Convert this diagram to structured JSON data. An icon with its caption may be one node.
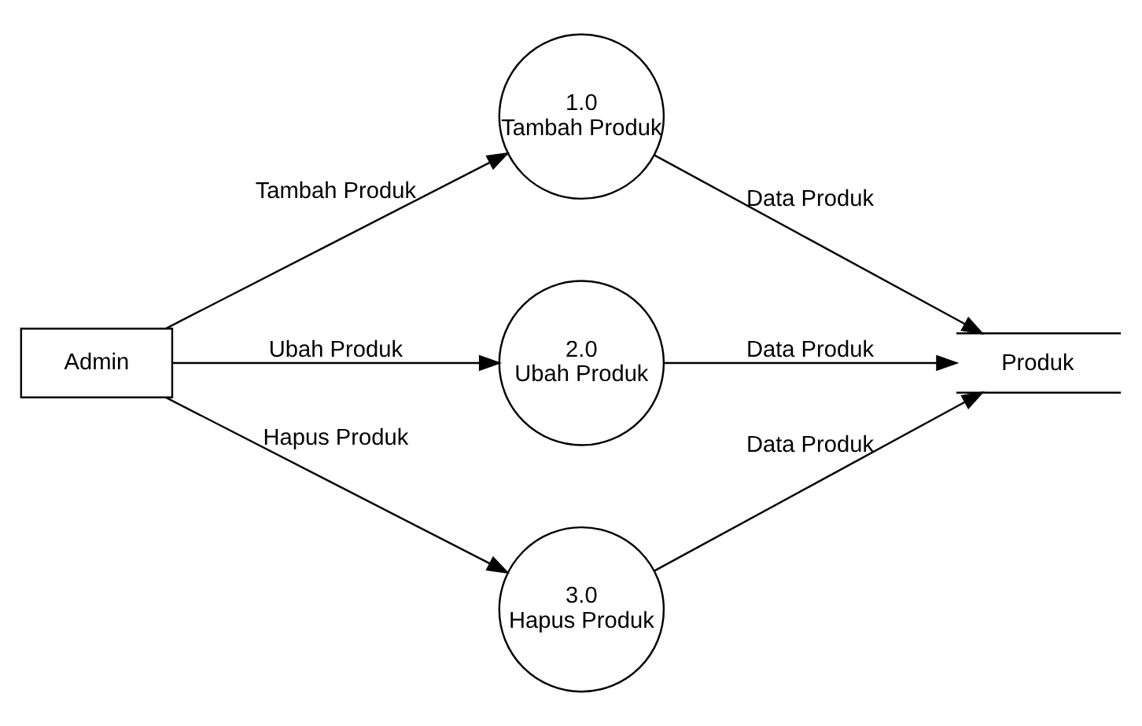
{
  "diagram": {
    "nodes": [
      {
        "text": [
          "Admin"
        ]
      },
      {
        "text": [
          "1.0",
          "Tambah Produk"
        ]
      },
      {
        "text": [
          "2.0",
          "Ubah Produk"
        ]
      },
      {
        "text": [
          "3.0",
          "Hapus Produk"
        ]
      },
      {
        "text": [
          "Produk"
        ]
      }
    ],
    "edges": [
      {
        "from": 0,
        "to": 1,
        "arrow": "to",
        "label": "Tambah Produk"
      },
      {
        "from": 0,
        "to": 2,
        "arrow": "to",
        "label": "Ubah Produk"
      },
      {
        "from": 0,
        "to": 3,
        "arrow": "to",
        "label": "Hapus Produk"
      },
      {
        "from": 1,
        "to": 4,
        "arrow": "to",
        "label": "Data Produk"
      },
      {
        "from": 2,
        "to": 4,
        "arrow": "to",
        "label": "Data Produk"
      },
      {
        "from": 3,
        "to": 4,
        "arrow": "to",
        "label": "Data Produk"
      }
    ]
  }
}
